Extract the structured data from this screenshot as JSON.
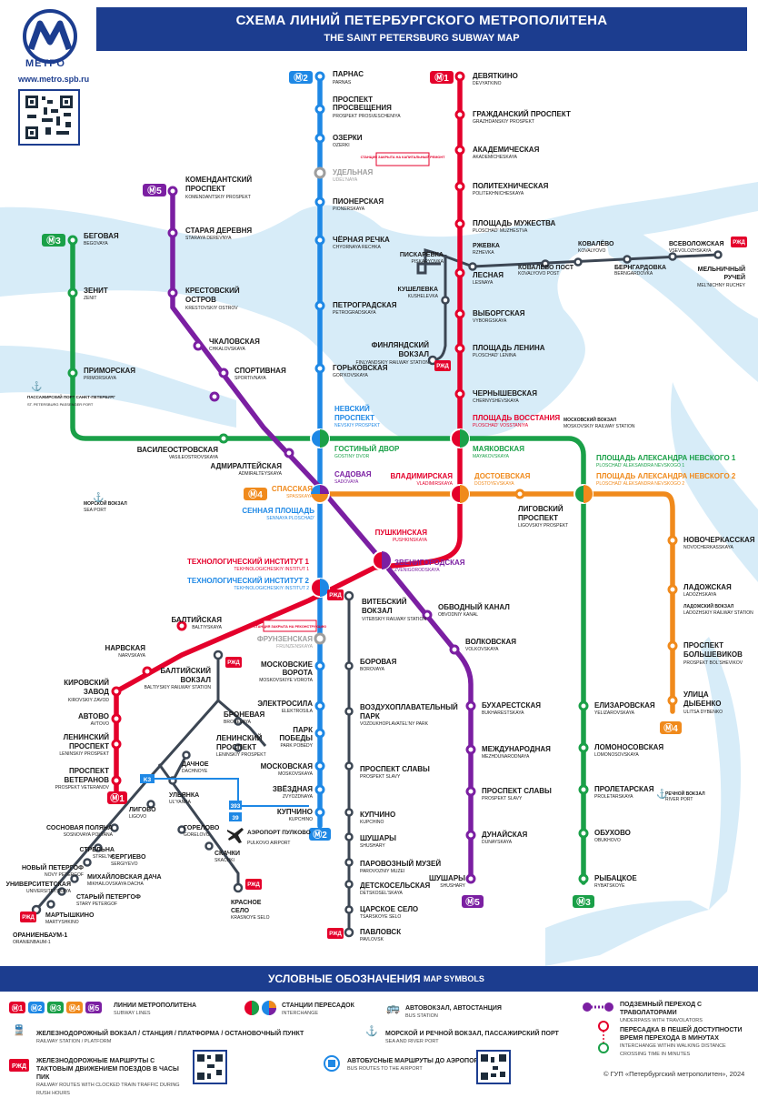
{
  "header": {
    "title_ru": "СХЕМА ЛИНИЙ ПЕТЕРБУРГСКОГО МЕТРОПОЛИТЕНА",
    "title_en": "THE SAINT PETERSBURG SUBWAY MAP",
    "logo_word": "МЕТРО",
    "site": "www.metro.spb.ru"
  },
  "colors": {
    "line1": "#e4002b",
    "line2": "#1e88e5",
    "line3": "#1aa048",
    "line4": "#f08a1c",
    "line5": "#7b1fa2",
    "water": "#d7ecf8",
    "rail": "#3c4653",
    "brand": "#1c3d8f"
  },
  "lines": [
    {
      "id": "1",
      "color": "#e4002b"
    },
    {
      "id": "2",
      "color": "#1e88e5"
    },
    {
      "id": "3",
      "color": "#1aa048"
    },
    {
      "id": "4",
      "color": "#f08a1c"
    },
    {
      "id": "5",
      "color": "#7b1fa2"
    }
  ],
  "stations": {
    "line2": [
      {
        "ru": "ПАРНАС",
        "en": "PARNAS"
      },
      {
        "ru": "ПРОСПЕКТ ПРОСВЕЩЕНИЯ",
        "en": "PROSPEKT PROSVESCHENIYA"
      },
      {
        "ru": "ОЗЕРКИ",
        "en": "OZERKI"
      },
      {
        "ru": "УДЕЛЬНАЯ",
        "en": "UDEL'NAYA"
      },
      {
        "ru": "ПИОНЕРСКАЯ",
        "en": "PIONERSKAYA"
      },
      {
        "ru": "ЧЁРНАЯ РЕЧКА",
        "en": "CHYORNAYA RECHKA"
      },
      {
        "ru": "ПЕТРОГРАДСКАЯ",
        "en": "PETROGRADSKAYA"
      },
      {
        "ru": "ГОРЬКОВСКАЯ",
        "en": "GOR'KOVSKAYA"
      },
      {
        "ru": "НЕВСКИЙ ПРОСПЕКТ",
        "en": "NEVSKIY PROSPEKT"
      },
      {
        "ru": "СЕННАЯ ПЛОЩАДЬ",
        "en": "SENNAYA PLOSCHAD'"
      },
      {
        "ru": "ТЕХНОЛОГИЧЕСКИЙ ИНСТИТУТ 2",
        "en": "TEKHNOLOGICHESKIY INSTITUT 2"
      },
      {
        "ru": "ФРУНЗЕНСКАЯ",
        "en": "FRUNZENSKAYA"
      },
      {
        "ru": "МОСКОВСКИЕ ВОРОТА",
        "en": "MOSKOVSKIYE VOROTA"
      },
      {
        "ru": "ЭЛЕКТРОСИЛА",
        "en": "ELEKTROSILA"
      },
      {
        "ru": "ПАРК ПОБЕДЫ",
        "en": "PARK POBEDY"
      },
      {
        "ru": "МОСКОВСКАЯ",
        "en": "MOSKOVSKAYA"
      },
      {
        "ru": "ЗВЁЗДНАЯ",
        "en": "ZVYOZDNAYA"
      },
      {
        "ru": "КУПЧИНО",
        "en": "KUPCHINO"
      }
    ],
    "line1": [
      {
        "ru": "ДЕВЯТКИНО",
        "en": "DEVYATKINO"
      },
      {
        "ru": "ГРАЖДАНСКИЙ ПРОСПЕКТ",
        "en": "GRAZHDANSKIY PROSPEKT"
      },
      {
        "ru": "АКАДЕМИЧЕСКАЯ",
        "en": "AKADEMICHESKAYA"
      },
      {
        "ru": "ПОЛИТЕХНИЧЕСКАЯ",
        "en": "POLITEKHNICHESKAYA"
      },
      {
        "ru": "ПЛОЩАДЬ МУЖЕСТВА",
        "en": "PLOSCHAD' MUZHESTVA"
      },
      {
        "ru": "ЛЕСНАЯ",
        "en": "LESNAYA"
      },
      {
        "ru": "ВЫБОРГСКАЯ",
        "en": "VYBORGSKAYA"
      },
      {
        "ru": "ПЛОЩАДЬ ЛЕНИНА",
        "en": "PLOSCHAD' LENINA"
      },
      {
        "ru": "ЧЕРНЫШЕВСКАЯ",
        "en": "CHERNYSHEVSKAYA"
      },
      {
        "ru": "ПЛОЩАДЬ ВОССТАНИЯ",
        "en": "PLOSCHAD' VOSSTANIYA"
      },
      {
        "ru": "ВЛАДИМИРСКАЯ",
        "en": "VLADIMIRSKAYA"
      },
      {
        "ru": "ПУШКИНСКАЯ",
        "en": "PUSHKINSKAYA"
      },
      {
        "ru": "ТЕХНОЛОГИЧЕСКИЙ ИНСТИТУТ 1",
        "en": "TEKHNOLOGICHESKIY INSTITUT 1"
      },
      {
        "ru": "БАЛТИЙСКАЯ",
        "en": "BALTIYSKAYA"
      },
      {
        "ru": "НАРВСКАЯ",
        "en": "NARVSKAYA"
      },
      {
        "ru": "КИРОВСКИЙ ЗАВОД",
        "en": "KIROVSKIY ZAVOD"
      },
      {
        "ru": "АВТОВО",
        "en": "AVTOVO"
      },
      {
        "ru": "ЛЕНИНСКИЙ ПРОСПЕКТ",
        "en": "LENINSKIY PROSPEKT"
      },
      {
        "ru": "ПРОСПЕКТ ВЕТЕРАНОВ",
        "en": "PROSPEKT VETERANOV"
      }
    ],
    "line3": [
      {
        "ru": "БЕГОВАЯ",
        "en": "BEGOVAYA"
      },
      {
        "ru": "ЗЕНИТ",
        "en": "ZENIT"
      },
      {
        "ru": "ПРИМОРСКАЯ",
        "en": "PRIMORSKAYA"
      },
      {
        "ru": "ВАСИЛЕОСТРОВСКАЯ",
        "en": "VASILEOSTROVSKAYA"
      },
      {
        "ru": "ГОСТИНЫЙ ДВОР",
        "en": "GOSTINY DVOR"
      },
      {
        "ru": "МАЯКОВСКАЯ",
        "en": "MAYAKOVSKAYA"
      },
      {
        "ru": "ПЛОЩАДЬ АЛЕКСАНДРА НЕВСКОГО 1",
        "en": "PLOSCHAD' ALEKSANDRA NEVSKOGO 1"
      },
      {
        "ru": "ЕЛИЗАРОВСКАЯ",
        "en": "YELIZAROVSKAYA"
      },
      {
        "ru": "ЛОМОНОСОВСКАЯ",
        "en": "LOMONOSOVSKAYA"
      },
      {
        "ru": "ПРОЛЕТАРСКАЯ",
        "en": "PROLETARSKAYA"
      },
      {
        "ru": "ОБУХОВО",
        "en": "OBUKHOVO"
      },
      {
        "ru": "РЫБАЦКОЕ",
        "en": "RYBATSKOYE"
      }
    ],
    "line4": [
      {
        "ru": "СПАССКАЯ",
        "en": "SPASSKAYA"
      },
      {
        "ru": "ДОСТОЕВСКАЯ",
        "en": "DOSTOYEVSKAYA"
      },
      {
        "ru": "ЛИГОВСКИЙ ПРОСПЕКТ",
        "en": "LIGOVSKIY PROSPEKT"
      },
      {
        "ru": "ПЛОЩАДЬ АЛЕКСАНДРА НЕВСКОГО 2",
        "en": "PLOSCHAD' ALEKSANDRA NEVSKOGO 2"
      },
      {
        "ru": "НОВОЧЕРКАССКАЯ",
        "en": "NOVOCHERKASSKAYA"
      },
      {
        "ru": "ЛАДОЖСКАЯ",
        "en": "LADOZHSKAYA"
      },
      {
        "ru": "ПРОСПЕКТ БОЛЬШЕВИКОВ",
        "en": "PROSPEKT BOL'SHEVIKOV"
      },
      {
        "ru": "УЛИЦА ДЫБЕНКО",
        "en": "ULITSA DYBENKO"
      }
    ],
    "line5": [
      {
        "ru": "КОМЕНДАНТСКИЙ ПРОСПЕКТ",
        "en": "KOMENDANTSKIY PROSPEKT"
      },
      {
        "ru": "СТАРАЯ ДЕРЕВНЯ",
        "en": "STARAYA DEREVNYA"
      },
      {
        "ru": "КРЕСТОВСКИЙ ОСТРОВ",
        "en": "KRESTOVSKIY OSTROV"
      },
      {
        "ru": "ЧКАЛОВСКАЯ",
        "en": "CHKALOVSKAYA"
      },
      {
        "ru": "СПОРТИВНАЯ",
        "en": "SPORTIVNAYA"
      },
      {
        "ru": "АДМИРАЛТЕЙСКАЯ",
        "en": "ADMIRALTEYSKAYA"
      },
      {
        "ru": "САДОВАЯ",
        "en": "SADOVAYA"
      },
      {
        "ru": "ЗВЕНИГОРОДСКАЯ",
        "en": "ZVENIGORODSKAYA"
      },
      {
        "ru": "ОБВОДНЫЙ КАНАЛ",
        "en": "OBVODNIY KANAL"
      },
      {
        "ru": "ВОЛКОВСКАЯ",
        "en": "VOLKOVSKAYA"
      },
      {
        "ru": "БУХАРЕСТСКАЯ",
        "en": "BUKHARESTSKAYA"
      },
      {
        "ru": "МЕЖДУНАРОДНАЯ",
        "en": "MEZHDUNARODNAYA"
      },
      {
        "ru": "ПРОСПЕКТ СЛАВЫ",
        "en": "PROSPEKT SLAVY"
      },
      {
        "ru": "ДУНАЙСКАЯ",
        "en": "DUNAYSKAYA"
      },
      {
        "ru": "ШУШАРЫ",
        "en": "SHUSHARY"
      }
    ],
    "rail_north": [
      {
        "ru": "РЖЕВКА",
        "en": "RZHEVKA"
      },
      {
        "ru": "КОВАЛЁВО",
        "en": "KOVALYOVO"
      },
      {
        "ru": "ВСЕВОЛОЖСКАЯ",
        "en": "VSEVOLOZHSKAYA"
      },
      {
        "ru": "ПИСКАРЁВКА",
        "en": "PISKARYOVKA"
      },
      {
        "ru": "КОВАЛЁВО ПОСТ",
        "en": "KOVALYOVO POST"
      },
      {
        "ru": "БЕРНГАРДОВКА",
        "en": "BERNGARDOVKA"
      },
      {
        "ru": "МЕЛЬНИЧНЫЙ РУЧЕЙ",
        "en": "MEL'NICHNY RUCHEY"
      },
      {
        "ru": "КУШЕЛЕВКА",
        "en": "KUSHELEVKA"
      },
      {
        "ru": "ФИНЛЯНДСКИЙ ВОКЗАЛ",
        "en": "FINLYANDSKIY RAILWAY STATION"
      }
    ],
    "rail_south": [
      {
        "ru": "ВИТЕБСКИЙ ВОКЗАЛ",
        "en": "VITEBSKIY RAILWAY STATION"
      },
      {
        "ru": "БОРОВАЯ",
        "en": "BOROVAYA"
      },
      {
        "ru": "ВОЗДУХОПЛАВАТЕЛЬНЫЙ ПАРК",
        "en": "VOZDUKHOPLAVATEL'NY PARK"
      },
      {
        "ru": "ПРОСПЕКТ СЛАВЫ",
        "en": "PROSPEKT SLAVY"
      },
      {
        "ru": "КУПЧИНО",
        "en": "KUPCHINO"
      },
      {
        "ru": "ШУШАРЫ",
        "en": "SHUSHARY"
      },
      {
        "ru": "ПАРОВОЗНЫЙ МУЗЕЙ",
        "en": "PAROVOZNIY MUZEI"
      },
      {
        "ru": "ДЕТСКОСЕЛЬСКАЯ",
        "en": "DETSKOSEL'SKAYA"
      },
      {
        "ru": "ЦАРСКОЕ СЕЛО",
        "en": "TSARSKOYE SELO"
      },
      {
        "ru": "ПАВЛОВСК",
        "en": "PAVLOVSK"
      }
    ],
    "rail_southwest": [
      {
        "ru": "БАЛТИЙСКИЙ ВОКЗАЛ",
        "en": "BALTIYSKIY RAILWAY STATION"
      },
      {
        "ru": "БРОНЕВАЯ",
        "en": "BRONEVAYA"
      },
      {
        "ru": "ЛЕНИНСКИЙ ПРОСПЕКТ",
        "en": "LENINSKIY PROSPEKT"
      },
      {
        "ru": "ДАЧНОЕ",
        "en": "DACHNOYE"
      },
      {
        "ru": "УЛЬЯНКА",
        "en": "UL'YANKA"
      },
      {
        "ru": "ЛИГОВО",
        "en": "LIGOVO"
      },
      {
        "ru": "ГОРЕЛОВО",
        "en": "GORELOVO"
      },
      {
        "ru": "СКАЧКИ",
        "en": "SKACHKI"
      },
      {
        "ru": "КРАСНОЕ СЕЛО",
        "en": "KRASNOYE SELO"
      },
      {
        "ru": "СОСНОВАЯ ПОЛЯНА",
        "en": "SOSNOVAYA POLYANA"
      },
      {
        "ru": "СТРЕЛЬНА",
        "en": "STREL'NA"
      },
      {
        "ru": "СЕРГИЕВО",
        "en": "SERGIYEVO"
      },
      {
        "ru": "НОВЫЙ ПЕТЕРГОФ",
        "en": "NOVY PETERGOF"
      },
      {
        "ru": "МИХАЙЛОВСКАЯ ДАЧА",
        "en": "MIKHAILOVSKAYA DACHA"
      },
      {
        "ru": "УНИВЕРСИТЕТСКАЯ",
        "en": "UNIVERSITETSKAYA"
      },
      {
        "ru": "СТАРЫЙ ПЕТЕРГОФ",
        "en": "STARY PETERGOF"
      },
      {
        "ru": "МАРТЫШКИНО",
        "en": "MARTYSHKINO"
      },
      {
        "ru": "ОРАНИЕНБАУМ-1",
        "en": "ORANIENBAUM-1"
      }
    ]
  },
  "notes": {
    "udelnaya_closed": "СТАНЦИЯ ЗАКРЫТА НА КАПИТАЛЬНЫЙ РЕМОНТ",
    "frunzenskaya_closed": "СТАНЦИЯ ЗАКРЫТА НА РЕКОНСТРУКЦИЮ",
    "moskovsky_vokzal": "МОСКОВСКИЙ ВОКЗАЛ",
    "moskovsky_vokzal_en": "MOSKOVSKIY RAILWAY STATION",
    "ladozhsky_vokzal": "ЛАДОЖСКИЙ ВОКЗАЛ",
    "ladozhsky_vokzal_en": "LADOZHSKIY RAILWAY STATION",
    "river_port": "РЕЧНОЙ ВОКЗАЛ",
    "river_port_en": "RIVER PORT",
    "passenger_port": "ПАССАЖИРСКИЙ ПОРТ САНКТ-ПЕТЕРБУРГ",
    "passenger_port_en": "ST. PETERSBURG PASSENGER PORT",
    "sea_port": "МОРСКОЙ ВОКЗАЛ",
    "sea_port_en": "SEA PORT",
    "airport": "АЭРОПОРТ ПУЛКОВО",
    "airport_en": "PULKOVO AIRPORT",
    "bus_393": "393",
    "bus_39": "39",
    "bus_k3": "K3",
    "rzd": "РЖД"
  },
  "legend": {
    "title_ru": "УСЛОВНЫЕ ОБОЗНАЧЕНИЯ",
    "title_en": "MAP SYMBOLS",
    "lines_ru": "ЛИНИИ МЕТРОПОЛИТЕНА",
    "lines_en": "SUBWAY LINES",
    "interchange_ru": "СТАНЦИИ ПЕРЕСАДОК",
    "interchange_en": "INTERCHANGE",
    "bus_station_ru": "АВТОВОКЗАЛ, АВТОСТАНЦИЯ",
    "bus_station_en": "BUS STATION",
    "underpass_ru": "ПОДЗЕМНЫЙ ПЕРЕХОД С ТРАВОЛАТОРАМИ",
    "underpass_en": "UNDERPASS WITH TRAVOLATORS",
    "railway_ru": "ЖЕЛЕЗНОДОРОЖНЫЙ ВОКЗАЛ / СТАНЦИЯ / ПЛАТФОРМА / ОСТАНОВОЧНЫЙ ПУНКТ",
    "railway_en": "RAILWAY STATION / PLATFORM",
    "port_ru": "МОРСКОЙ И РЕЧНОЙ ВОКЗАЛ, ПАССАЖИРСКИЙ ПОРТ",
    "port_en": "SEA AND RIVER PORT",
    "walking_ru": "ПЕРЕСАДКА В ПЕШЕЙ ДОСТУПНОСТИ ВРЕМЯ ПЕРЕХОДА В МИНУТАХ",
    "walking_en": "INTERCHANGE WITHIN WALKING DISTANCE CROSSING TIME IN MINUTES",
    "rail_routes_ru": "ЖЕЛЕЗНОДОРОЖНЫЕ МАРШРУТЫ С ТАКТОВЫМ ДВИЖЕНИЕМ ПОЕЗДОВ В ЧАСЫ ПИК",
    "rail_routes_en": "RAILWAY ROUTES WITH CLOCKED TRAIN TRAFFIC DURING RUSH HOURS",
    "airport_bus_ru": "АВТОБУСНЫЕ МАРШРУТЫ ДО АЭРОПОРТА",
    "airport_bus_en": "BUS ROUTES TO THE AIRPORT"
  },
  "copyright": "© ГУП «Петербургский метрополитен», 2024"
}
